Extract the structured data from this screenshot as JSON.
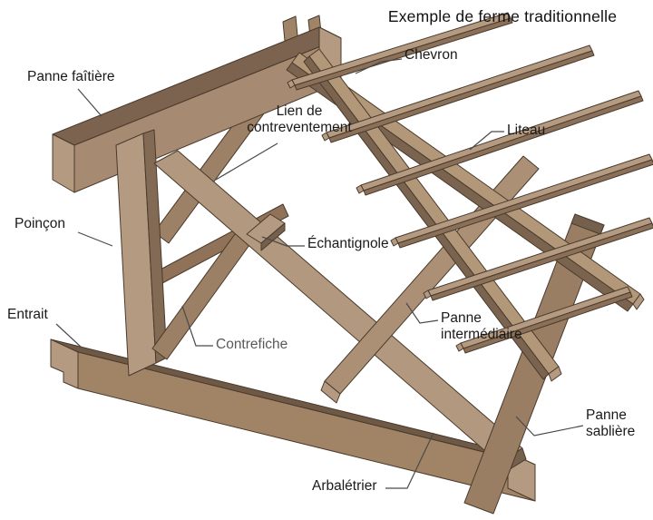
{
  "title": "Exemple de ferme traditionnelle",
  "labels": {
    "panne_faitiere": "Panne faîtière",
    "chevron": "Chevron",
    "lien_de_contreventement": "Lien de contreventement",
    "liteau": "Liteau",
    "poincon": "Poinçon",
    "echantignole": "Échantignole",
    "entrait": "Entrait",
    "contrefiche": "Contrefiche",
    "panne_intermediaire": "Panne intermédiaire",
    "panne_sabliere": "Panne sablière",
    "arbaletrier": "Arbalétrier"
  },
  "colors": {
    "background": "#ffffff",
    "wood_light": "#b49a81",
    "wood_mid": "#a08467",
    "wood_dark": "#7c6350",
    "wood_darker": "#6e5846",
    "outline": "#4a3a2c",
    "leader_line": "#4a4a4a",
    "text": "#1a1a1a",
    "text_muted": "#595959"
  }
}
